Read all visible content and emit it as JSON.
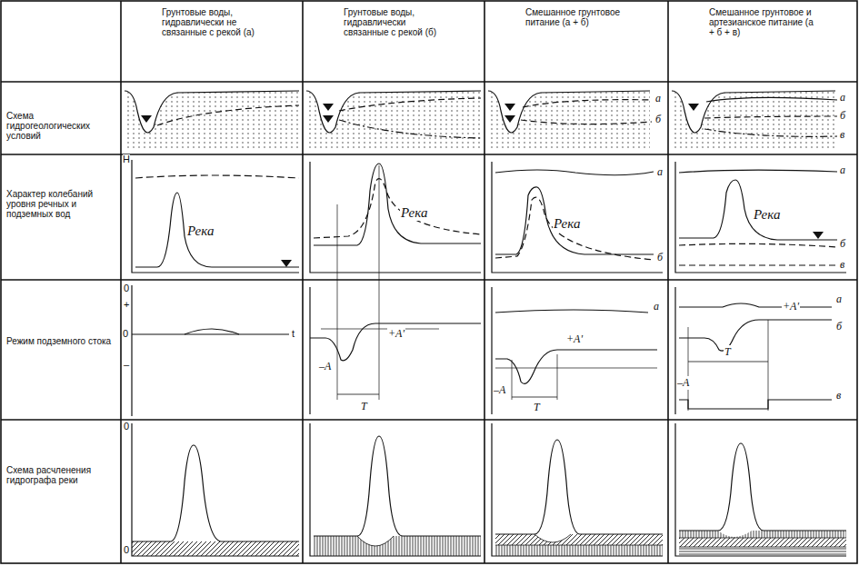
{
  "diagram": {
    "labels": [
      "Грунтовые воды, гидравлически не связанные с рекой (а)",
      "Грунтовые воды, гидравлически связанные с рекой (б)",
      "Смешанное грунтовое питание (а + б)",
      "Смешанное грунтовое и артезианское питание (а + б + в)",
      "Схема гидрогеологических условий",
      "Характер колебаний уровня речных и подземных вод",
      "Режим подземного стока",
      "Схема расчленения гидрографа реки",
      "а",
      "б",
      "а",
      "б",
      "в",
      "H",
      "Река",
      "Река",
      "а",
      "Река",
      "б",
      "а",
      "Река",
      "б",
      "в",
      "0",
      "+",
      "0",
      "–",
      "t",
      "+A'",
      "–A",
      "T",
      "а",
      "+A'",
      "–A",
      "T",
      "а",
      "+A'",
      "б",
      "–A",
      "T",
      "в",
      "0",
      "0"
    ]
  }
}
